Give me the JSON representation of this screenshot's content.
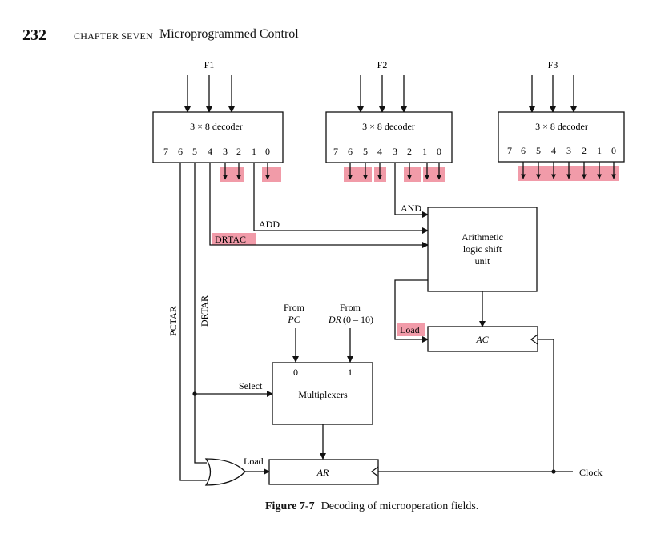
{
  "header": {
    "page_number": "232",
    "chapter_label": "CHAPTER SEVEN",
    "chapter_title": "Microprogrammed Control"
  },
  "caption": {
    "figure_number": "Figure 7-7",
    "text": "Decoding of microoperation fields."
  },
  "decoders": [
    {
      "field": "F1",
      "label": "3 × 8 decoder",
      "outputs": [
        "7",
        "6",
        "5",
        "4",
        "3",
        "2",
        "1",
        "0"
      ]
    },
    {
      "field": "F2",
      "label": "3 × 8 decoder",
      "outputs": [
        "7",
        "6",
        "5",
        "4",
        "3",
        "2",
        "1",
        "0"
      ]
    },
    {
      "field": "F3",
      "label": "3 × 8 decoder",
      "outputs": [
        "7",
        "6",
        "5",
        "4",
        "3",
        "2",
        "1",
        "0"
      ]
    }
  ],
  "signals": {
    "add": "ADD",
    "drtac": "DRTAC",
    "and": "AND",
    "pctar": "PCTAR",
    "drtar": "DRTAR",
    "select": "Select",
    "load_ar": "Load",
    "load_ac": "Load",
    "clock": "Clock"
  },
  "alu": {
    "line1": "Arithmetic",
    "line2": "logic shift",
    "line3": "unit"
  },
  "registers": {
    "ac": "AC",
    "ar": "AR"
  },
  "mux": {
    "label": "Multiplexers",
    "input0": "0",
    "input1": "1",
    "from_pc_line1": "From",
    "from_pc_line2": "PC",
    "from_dr_line1": "From",
    "from_dr_reg": "DR",
    "from_dr_range": "(0 – 10)"
  },
  "colors": {
    "highlight": "#ef8a9a",
    "line": "#111111",
    "background": "#ffffff"
  }
}
